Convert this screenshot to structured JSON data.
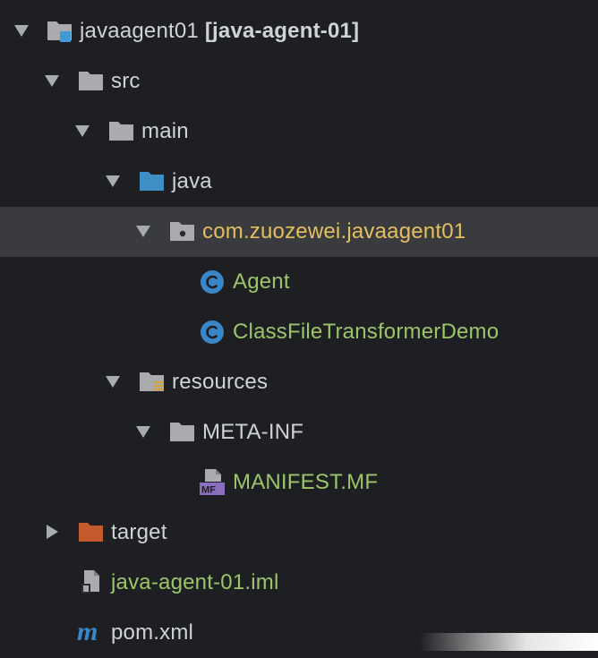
{
  "tree": {
    "root": {
      "name": "javaagent01",
      "module": "[java-agent-01]"
    },
    "src": "src",
    "main": "main",
    "java": "java",
    "package": "com.zuozewei.javaagent01",
    "agent": "Agent",
    "transformer": "ClassFileTransformerDemo",
    "resources": "resources",
    "metainf": "META-INF",
    "manifest": "MANIFEST.MF",
    "target": "target",
    "iml": "java-agent-01.iml",
    "pom": "pom.xml"
  },
  "icons": {
    "root": "module-folder-icon",
    "src": "folder-icon",
    "main": "folder-icon",
    "java": "source-folder-icon",
    "package": "package-icon",
    "agent": "class-icon",
    "transformer": "class-icon",
    "resources": "resources-folder-icon",
    "metainf": "folder-icon",
    "manifest": "manifest-file-icon",
    "target": "excluded-folder-icon",
    "iml": "iml-file-icon",
    "pom": "maven-icon"
  },
  "colors": {
    "background": "#1e1f22",
    "selection": "#3a3b3f",
    "package_text": "#e5bf5f",
    "file_text": "#9cc56a",
    "default_text": "#cfd2d6",
    "folder": "#a9abae",
    "source_folder": "#3f8fc6",
    "excluded_folder": "#c35a2c",
    "class_icon": "#3a87c8"
  }
}
